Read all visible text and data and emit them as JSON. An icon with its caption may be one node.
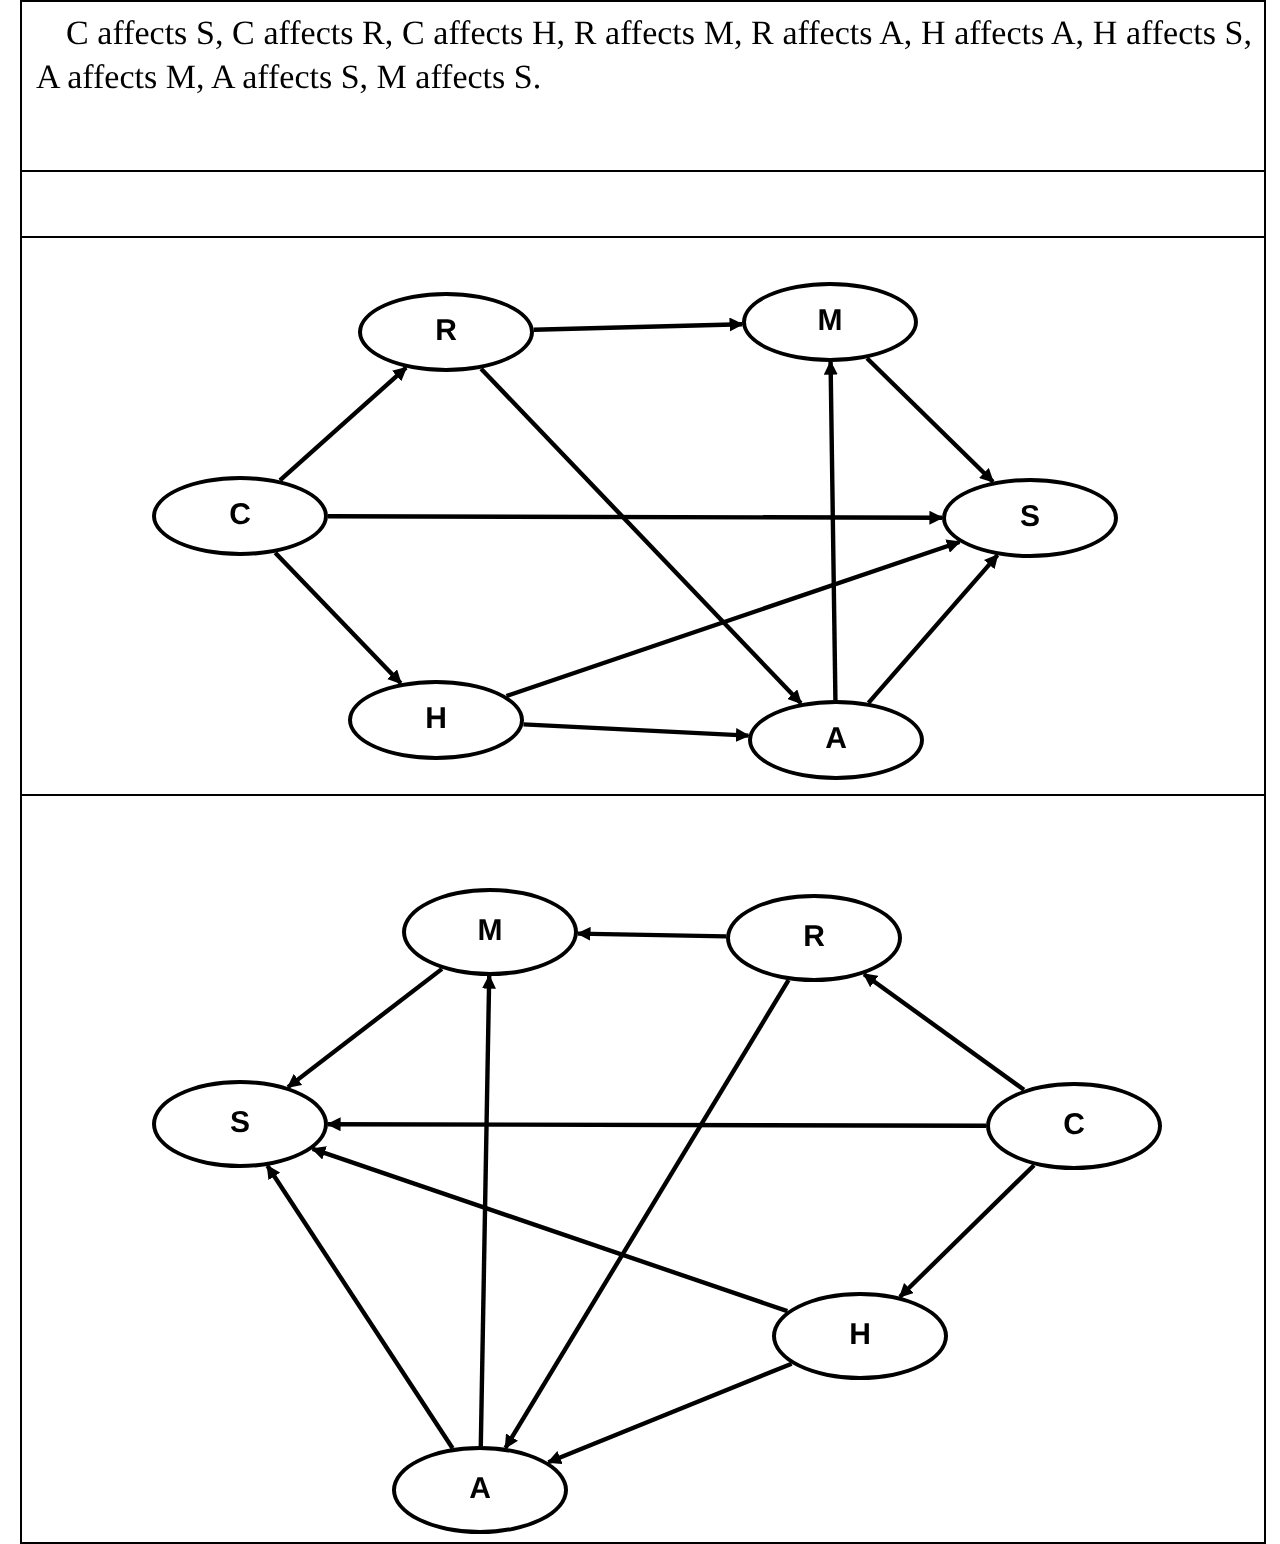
{
  "diagram": {
    "nodes": [
      {
        "text": [
          "R"
        ]
      },
      {
        "text": [
          "M"
        ]
      },
      {
        "text": [
          "C"
        ]
      },
      {
        "text": [
          "S"
        ]
      },
      {
        "text": [
          "H"
        ]
      },
      {
        "text": [
          "A"
        ]
      },
      {
        "text": [
          "M"
        ]
      },
      {
        "text": [
          "R"
        ]
      },
      {
        "text": [
          "S"
        ]
      },
      {
        "text": [
          "C"
        ]
      },
      {
        "text": [
          "H"
        ]
      },
      {
        "text": [
          "A"
        ]
      }
    ],
    "edges": [
      {
        "from": 2,
        "to": 0,
        "arrow": "to"
      },
      {
        "from": 2,
        "to": 3,
        "arrow": "to"
      },
      {
        "from": 2,
        "to": 4,
        "arrow": "to"
      },
      {
        "from": 0,
        "to": 1,
        "arrow": "to"
      },
      {
        "from": 0,
        "to": 5,
        "arrow": "to"
      },
      {
        "from": 4,
        "to": 5,
        "arrow": "to"
      },
      {
        "from": 4,
        "to": 3,
        "arrow": "to"
      },
      {
        "from": 5,
        "to": 1,
        "arrow": "to"
      },
      {
        "from": 5,
        "to": 3,
        "arrow": "to"
      },
      {
        "from": 1,
        "to": 3,
        "arrow": "to"
      },
      {
        "from": 9,
        "to": 7,
        "arrow": "to"
      },
      {
        "from": 9,
        "to": 8,
        "arrow": "to"
      },
      {
        "from": 9,
        "to": 10,
        "arrow": "to"
      },
      {
        "from": 7,
        "to": 6,
        "arrow": "to"
      },
      {
        "from": 7,
        "to": 11,
        "arrow": "to"
      },
      {
        "from": 10,
        "to": 11,
        "arrow": "to"
      },
      {
        "from": 10,
        "to": 8,
        "arrow": "to"
      },
      {
        "from": 11,
        "to": 6,
        "arrow": "to"
      },
      {
        "from": 11,
        "to": 8,
        "arrow": "to"
      },
      {
        "from": 6,
        "to": 8,
        "arrow": "to"
      }
    ],
    "labels": [
      "C affects S, C affects R, C affects H, R affects M, R affects A, H affects A, H affects S, A affects M, A affects S, M affects S."
    ]
  }
}
